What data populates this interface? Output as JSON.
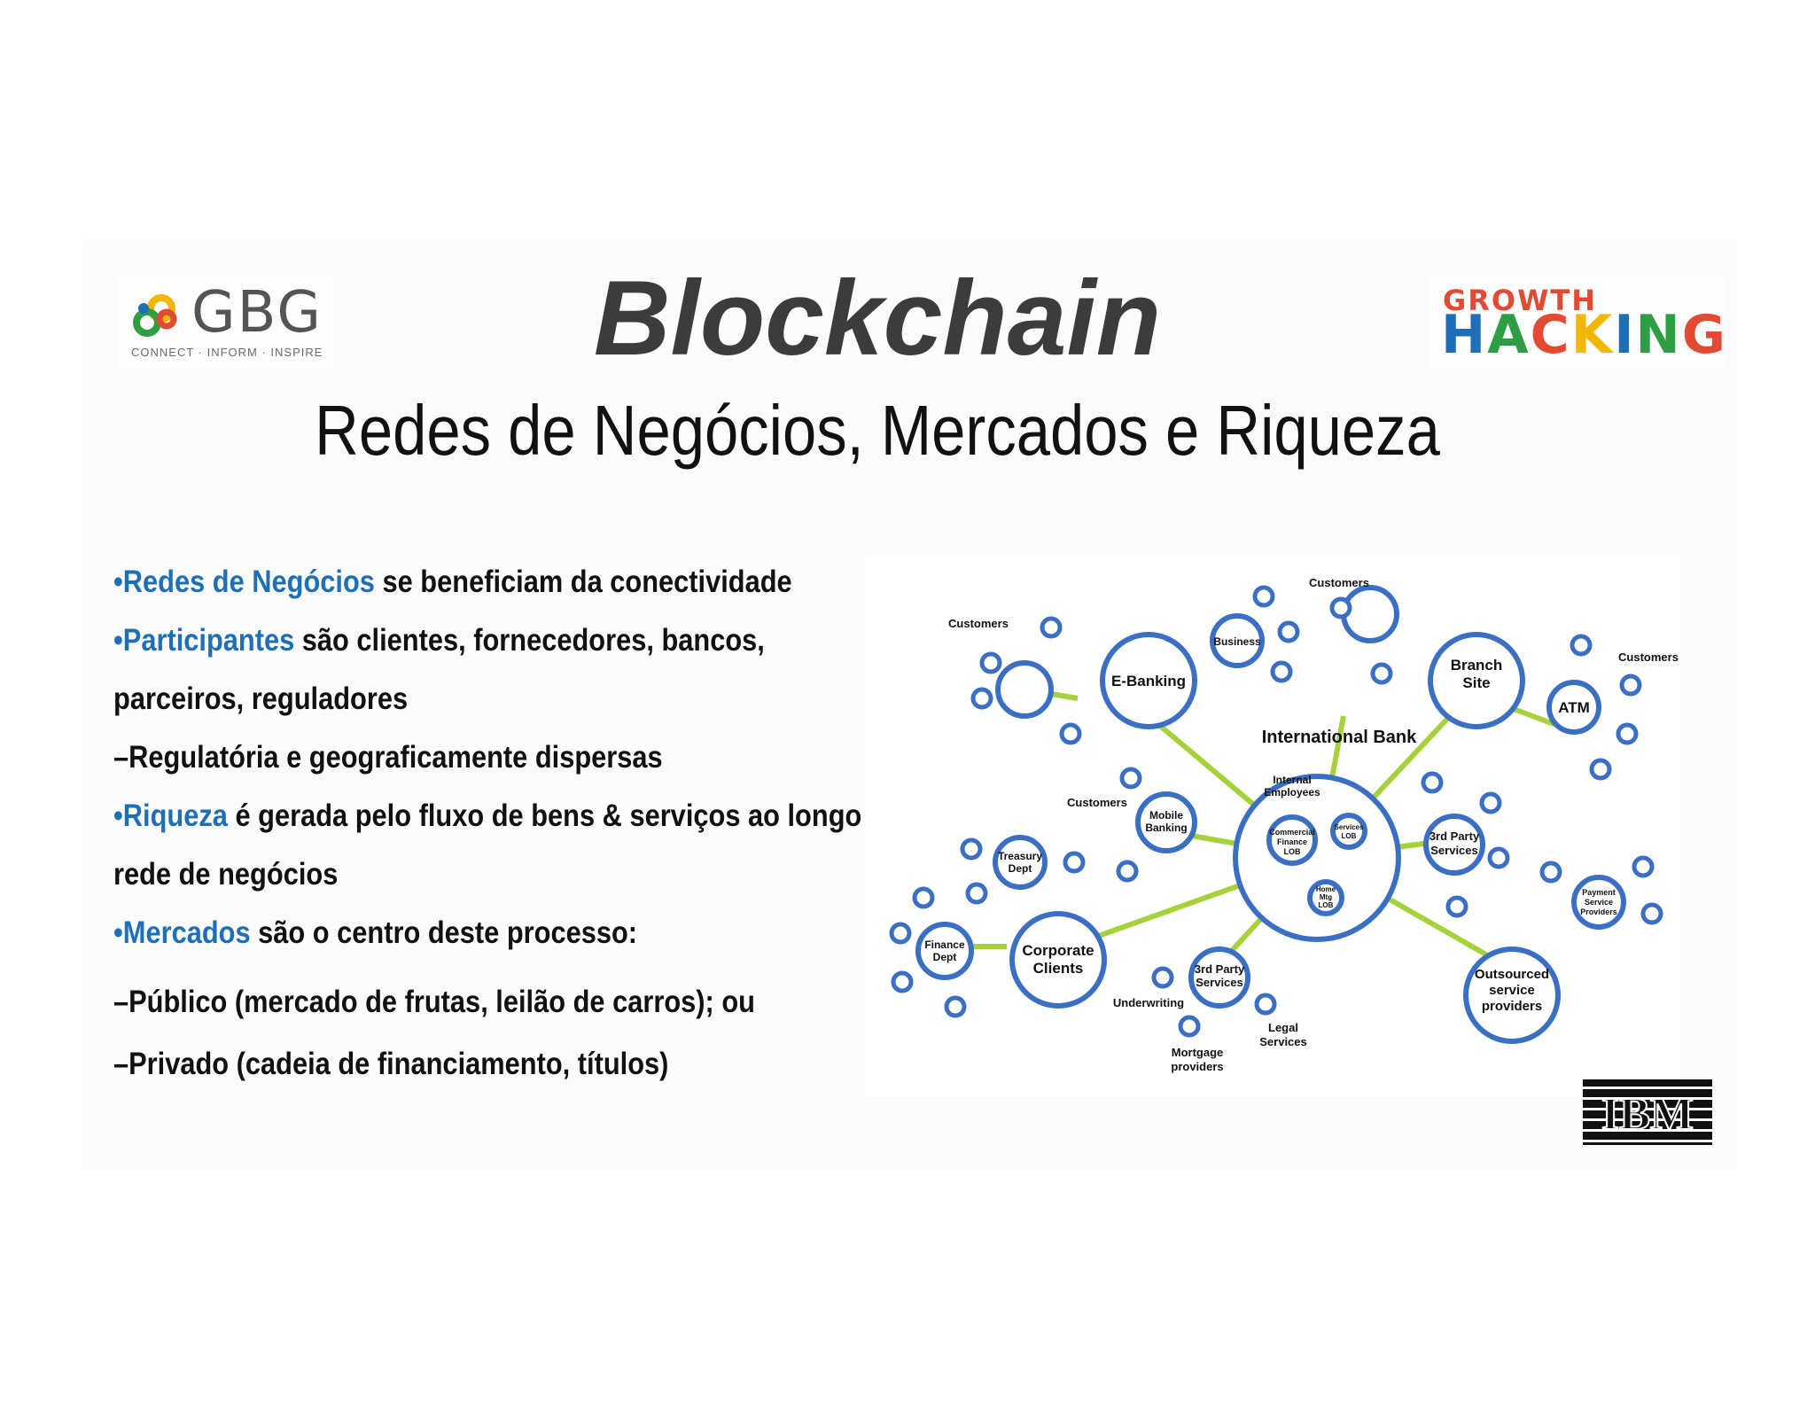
{
  "title": "Blockchain",
  "subtitle": "Redes de Negócios, Mercados e Riqueza",
  "logos": {
    "gbg": {
      "name": "GBG",
      "tagline": "CONNECT · INFORM · INSPIRE"
    },
    "growth_hacking": {
      "line1": "GROWTH",
      "line2": "HACKING"
    },
    "ibm": {
      "name": "IBM"
    }
  },
  "bullets": [
    {
      "prefix": "•",
      "highlight": "Redes de Negócios",
      "text": " se beneficiam da conectividade"
    },
    {
      "prefix": "•",
      "highlight": "Participantes",
      "text": " são clientes, fornecedores, bancos,"
    },
    {
      "prefix": "",
      "highlight": "",
      "text": " parceiros, reguladores"
    },
    {
      "prefix": "",
      "highlight": "",
      "text": "–Regulatória e geograficamente dispersas"
    },
    {
      "prefix": "•",
      "highlight": "Riqueza",
      "text": " é gerada pelo fluxo de bens & serviços ao longo da"
    },
    {
      "prefix": "",
      "highlight": "",
      "text": "rede de negócios"
    },
    {
      "prefix": "•",
      "highlight": "Mercados",
      "text": " são o centro deste processo:"
    },
    {
      "prefix": "",
      "highlight": "",
      "text": "–Público (mercado de frutas, leilão de carros); ou"
    },
    {
      "prefix": "",
      "highlight": "",
      "text": "–Privado (cadeia de financiamento, títulos)"
    }
  ],
  "diagram": {
    "center": "International Bank",
    "labels": {
      "customers1": "Customers",
      "customers2": "Customers",
      "customers3": "Customers",
      "customers4": "Customers",
      "ebanking": "E-Banking",
      "business": "Business",
      "branch1": "Branch",
      "branch2": "Site",
      "atm": "ATM",
      "internal1": "Internal",
      "internal2": "Employees",
      "mobile1": "Mobile",
      "mobile2": "Banking",
      "commercial1": "Commercial",
      "commercial2": "Finance",
      "commercial3": "LOB",
      "services1": "Services",
      "services2": "LOB",
      "home1": "Home",
      "home2": "Mtg",
      "home3": "LOB",
      "treasury1": "Treasury",
      "treasury2": "Dept",
      "finance1": "Finance",
      "finance2": "Dept",
      "corporate1": "Corporate",
      "corporate2": "Clients",
      "third1_1": "3rd Party",
      "third1_2": "Services",
      "third2_1": "3rd Party",
      "third2_2": "Services",
      "underwriting": "Underwriting",
      "legal1": "Legal",
      "legal2": "Services",
      "mortgage1": "Mortgage",
      "mortgage2": "providers",
      "payment1": "Payment",
      "payment2": "Service",
      "payment3": "Providers",
      "outsourced1": "Outsourced",
      "outsourced2": "service",
      "outsourced3": "providers"
    }
  },
  "colors": {
    "highlight": "#1f6fb6",
    "node_ring": "#3a6fc4",
    "link": "#9acd32",
    "title": "#3c3c3c"
  }
}
